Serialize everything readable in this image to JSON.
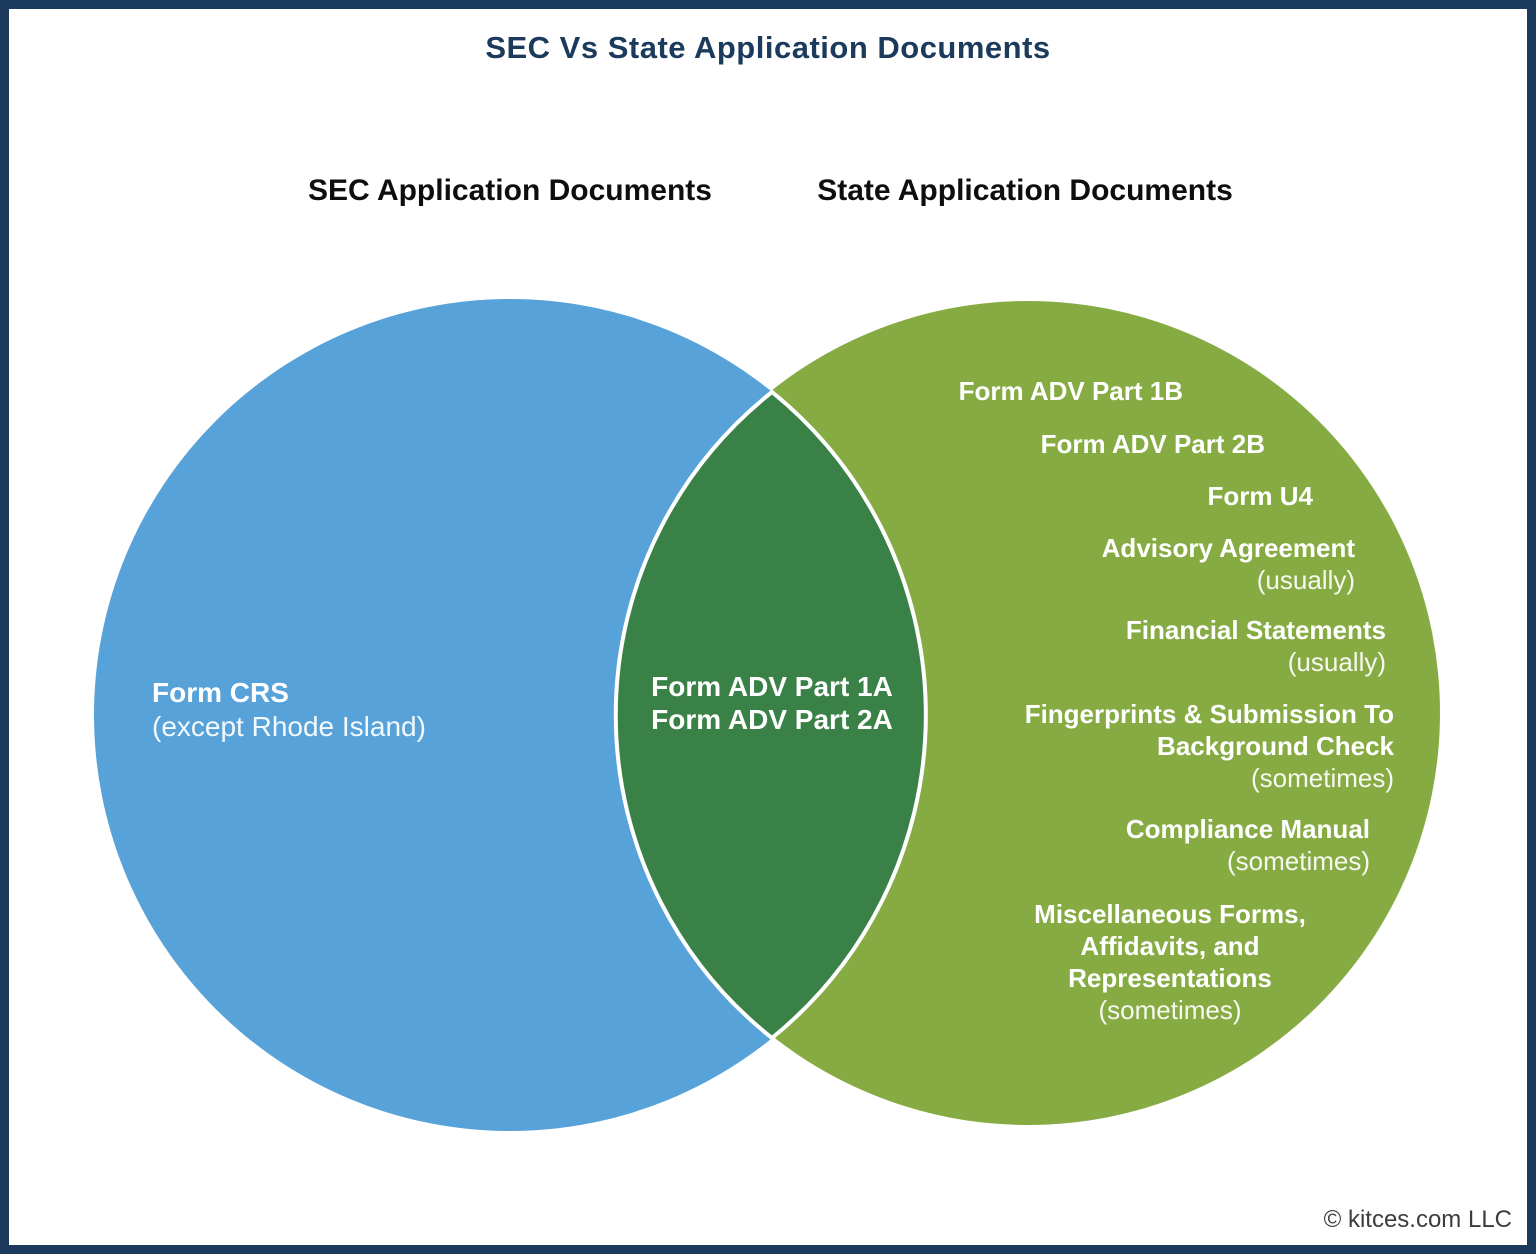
{
  "title": "SEC Vs State Application Documents",
  "footer": {
    "credit": "© kitces.com LLC"
  },
  "colors": {
    "frame_navy": "#1b3a5c",
    "sec_blue": "#57a2d8",
    "state_green": "#87ab43",
    "overlap_green": "#3a8147",
    "heading_black": "#0e0e0e",
    "item_text_white": "#ffffff",
    "credit_gray": "#3d3d3b"
  },
  "venn": {
    "sec": {
      "heading": "SEC Application Documents",
      "items": [
        {
          "label": "Form CRS",
          "qualifier": "(except Rhode Island)"
        }
      ]
    },
    "state": {
      "heading": "State Application Documents",
      "items": [
        {
          "label": "Form ADV Part 1B",
          "qualifier": ""
        },
        {
          "label": "Form ADV Part 2B",
          "qualifier": ""
        },
        {
          "label": "Form U4",
          "qualifier": ""
        },
        {
          "label": "Advisory Agreement",
          "qualifier": "(usually)"
        },
        {
          "label": "Financial Statements",
          "qualifier": "(usually)"
        },
        {
          "label": "Fingerprints & Submission To Background Check",
          "qualifier": "(sometimes)"
        },
        {
          "label": "Compliance Manual",
          "qualifier": "(sometimes)"
        },
        {
          "label": "Miscellaneous Forms, Affidavits, and Representations",
          "qualifier": "(sometimes)"
        }
      ]
    },
    "overlap": {
      "items": [
        {
          "label": "Form ADV Part 1A"
        },
        {
          "label": "Form ADV Part 2A"
        }
      ]
    }
  }
}
